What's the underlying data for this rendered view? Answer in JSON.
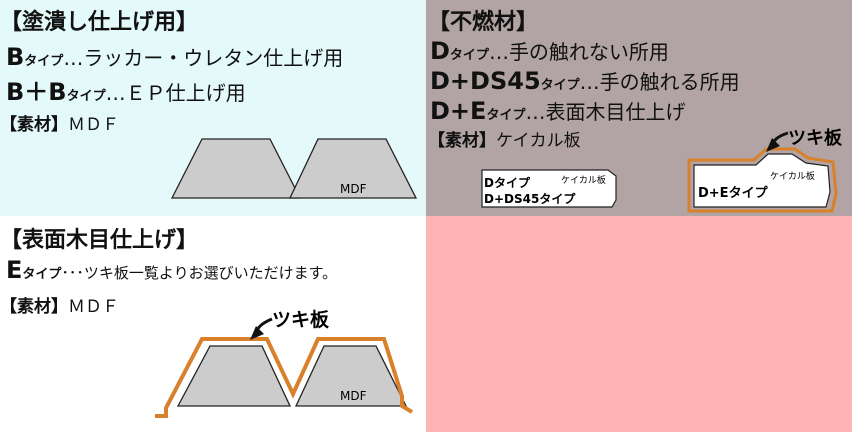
{
  "paint": {
    "heading": "【塗潰し仕上げ用】",
    "b_code": "B",
    "b_type": "タイプ",
    "b_desc": "…ラッカー・ウレタン仕上げ用",
    "bb_code": "B＋B",
    "bb_type": "タイプ",
    "bb_desc": "…ＥＰ仕上げ用",
    "material_label": "【素材】",
    "material": "ＭＤＦ",
    "diagram_label": "MDF"
  },
  "fire": {
    "heading": "【不燃材】",
    "d_code": "D",
    "d_type": "タイプ",
    "d_desc": "…手の触れない所用",
    "dds_code": "D+DS45",
    "dds_type": "タイプ",
    "dds_desc": "…手の触れる所用",
    "de_code": "D+E",
    "de_type": "タイプ",
    "de_desc": "…表面木目仕上げ",
    "material_label": "【素材】",
    "material": "ケイカル板",
    "veneer_label": "ツキ板",
    "board1_line1": "Dタイプ",
    "board1_line2": "D+DS45タイプ",
    "board1_tag": "ケイカル板",
    "board2_line1": "D+Eタイプ",
    "board2_tag": "ケイカル板"
  },
  "veneer": {
    "heading": "【表面木目仕上げ】",
    "e_code": "E",
    "e_type": "タイプ",
    "e_desc": "･･･ツキ板一覧よりお選びいただけます。",
    "material_label": "【素材】",
    "material": "ＭＤＦ",
    "veneer_label": "ツキ板",
    "diagram_label": "MDF"
  },
  "colors": {
    "paint_bg": "#e4fafa",
    "fire_bg": "#b2a4a4",
    "veneer_bg": "#ffffff",
    "empty_bg": "#ffb3b3",
    "mdf_fill": "#cccccc",
    "veneer_stroke": "#d9802a"
  }
}
